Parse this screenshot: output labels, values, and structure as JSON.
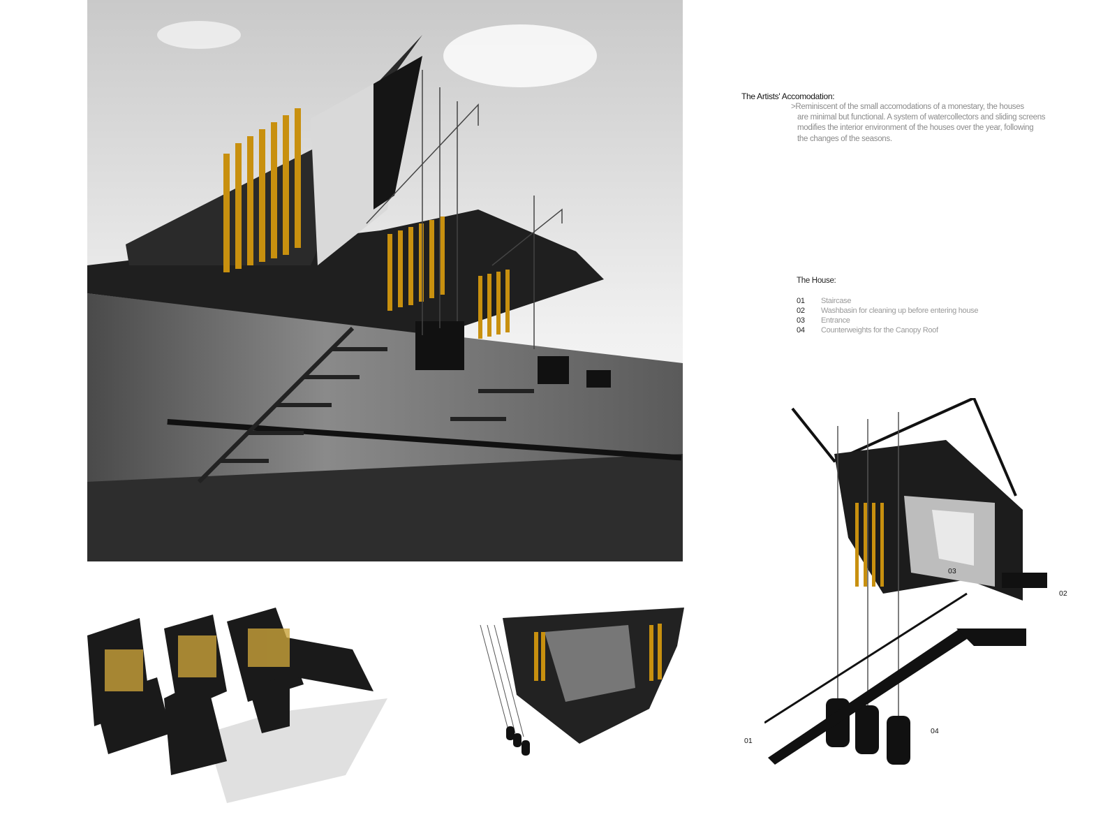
{
  "description_block": {
    "title": "The Artists' Accomodation:",
    "lines": [
      ">Reminiscent of the small accomodations of a monestary, the houses",
      "are minimal but functional. A system of watercollectors and sliding screens",
      "modifies the interior environment of the houses over the year, following",
      "the changes of the seasons."
    ]
  },
  "house_legend": {
    "title": "The House:",
    "items": [
      {
        "num": "01",
        "label": "Staircase"
      },
      {
        "num": "02",
        "label": "Washbasin for cleaning up before entering house"
      },
      {
        "num": "03",
        "label": "Entrance"
      },
      {
        "num": "04",
        "label": "Counterweights for the Canopy Roof"
      }
    ]
  },
  "callouts": {
    "c01": "01",
    "c02": "02",
    "c03": "03",
    "c04": "04"
  },
  "colors": {
    "screen_amber": "#c8900f",
    "dark": "#111111",
    "concrete": "#6e6e6e"
  }
}
